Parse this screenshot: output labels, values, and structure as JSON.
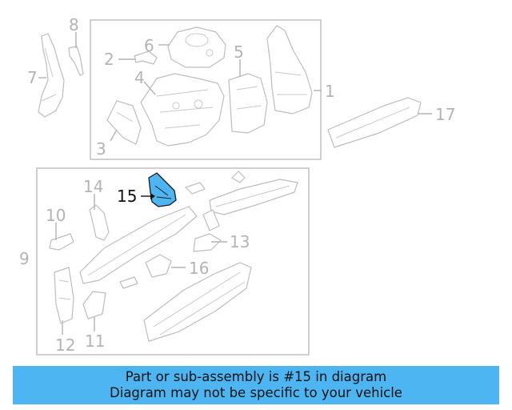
{
  "diagram": {
    "highlight_color": "#4db5f2",
    "highlighted_part": "15",
    "callouts": [
      {
        "id": "c1",
        "label": "1"
      },
      {
        "id": "c2",
        "label": "2"
      },
      {
        "id": "c3",
        "label": "3"
      },
      {
        "id": "c4",
        "label": "4"
      },
      {
        "id": "c5",
        "label": "5"
      },
      {
        "id": "c6",
        "label": "6"
      },
      {
        "id": "c7",
        "label": "7"
      },
      {
        "id": "c8",
        "label": "8"
      },
      {
        "id": "c9",
        "label": "9"
      },
      {
        "id": "c10",
        "label": "10"
      },
      {
        "id": "c11",
        "label": "11"
      },
      {
        "id": "c12",
        "label": "12"
      },
      {
        "id": "c13",
        "label": "13"
      },
      {
        "id": "c14",
        "label": "14"
      },
      {
        "id": "c15",
        "label": "15"
      },
      {
        "id": "c16",
        "label": "16"
      },
      {
        "id": "c17",
        "label": "17"
      }
    ]
  },
  "banner": {
    "line1": "Part or sub-assembly is #15 in diagram",
    "line2": "Diagram may not be specific to your vehicle"
  }
}
